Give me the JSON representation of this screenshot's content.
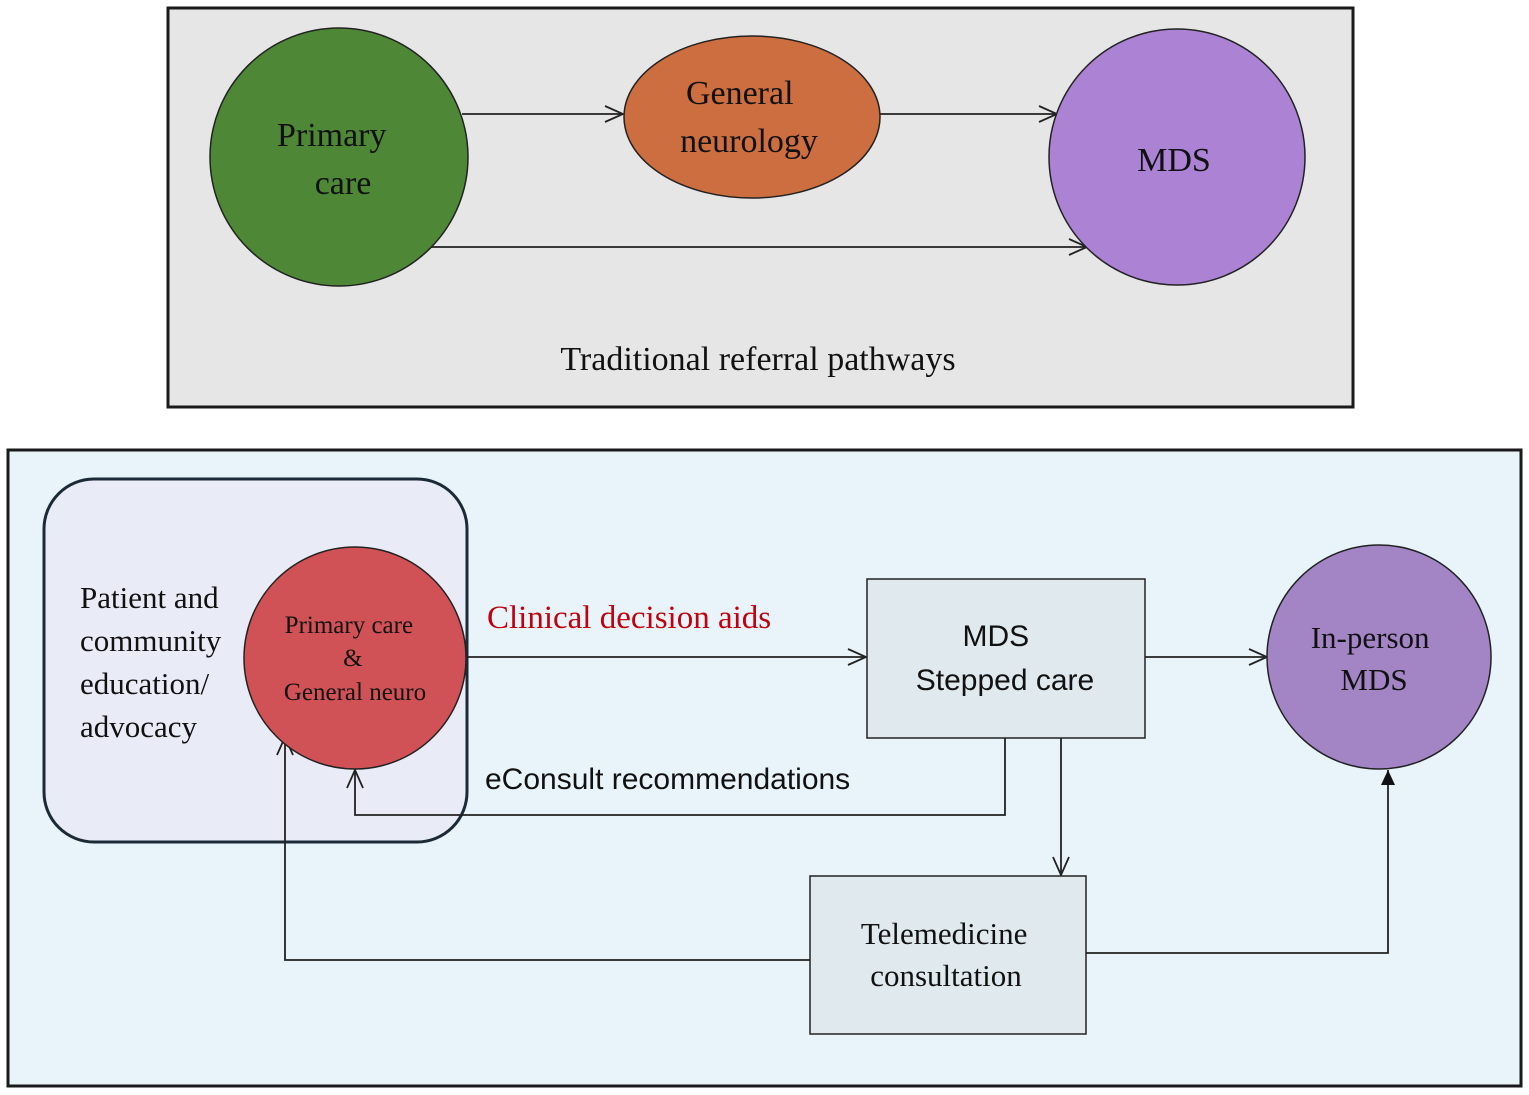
{
  "traditional": {
    "caption": "Traditional referral pathways",
    "primary_care": [
      "Primary",
      "care"
    ],
    "general_neurology": [
      "General",
      "neurology"
    ],
    "mds": "MDS",
    "colors": {
      "panel": "#e6e6e6",
      "primary_care": "#4e8735",
      "general_neurology": "#cc6e3f",
      "mds": "#ab82d4"
    }
  },
  "proposed": {
    "education": [
      "Patient and",
      "community",
      "education/",
      "advocacy"
    ],
    "primary_general": [
      "Primary care",
      "&",
      "General neuro"
    ],
    "clinical_decision_aids": "Clinical decision aids",
    "mds_stepped_care": [
      "MDS",
      "Stepped care"
    ],
    "in_person_mds": [
      "In-person",
      "MDS"
    ],
    "econsult": "eConsult recommendations",
    "telemedicine": [
      "Telemedicine",
      "consultation"
    ],
    "colors": {
      "panel": "#e8f4fa",
      "education_box": "#e9ecf7",
      "primary_general": "#d15256",
      "box": "#dfe9ee",
      "in_person_mds": "#a385c6",
      "clinical_decision_aids": "#c0000d"
    }
  }
}
